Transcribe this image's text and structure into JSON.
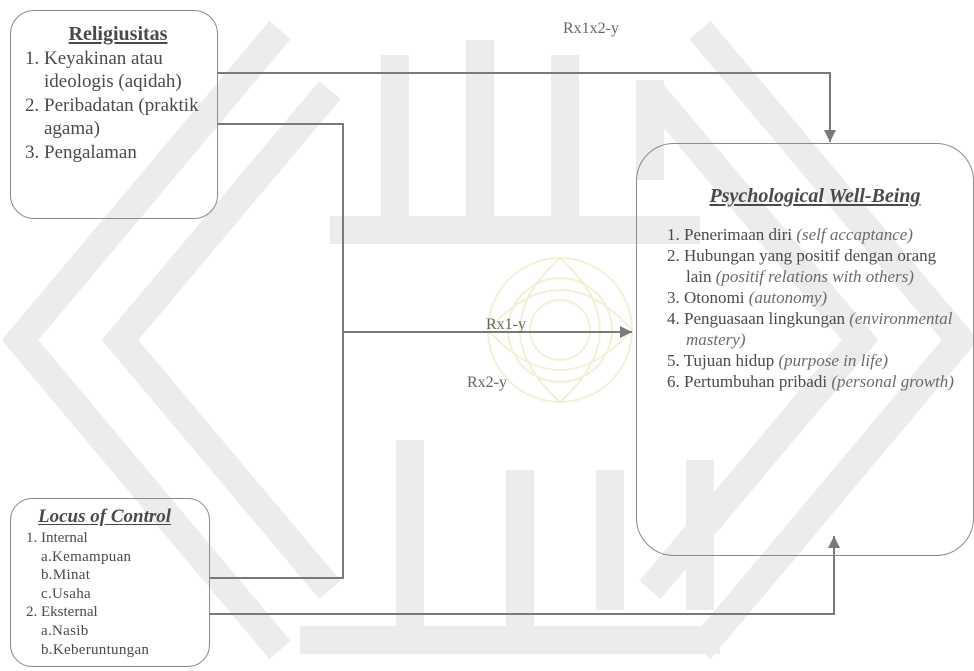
{
  "religiusitas": {
    "title": "Religiusitas",
    "items": [
      "1. Keyakinan atau ideologis (aqidah)",
      "2. Peribadatan (praktik agama)",
      "3. Pengalaman"
    ]
  },
  "psychological_well_being": {
    "title": "Psychological Well-Being",
    "items": [
      {
        "text": "1. Penerimaan diri ",
        "english": "(self accaptance)"
      },
      {
        "text": "2. Hubungan yang positif dengan orang lain ",
        "english": "(positif relations with others)"
      },
      {
        "text": "3. Otonomi ",
        "english": "(autonomy)"
      },
      {
        "text": "4. Penguasaan lingkungan ",
        "english": "(environmental mastery)"
      },
      {
        "text": "5. Tujuan hidup ",
        "english": "(purpose in life)"
      },
      {
        "text": "6. Pertumbuhan pribadi ",
        "english": "(personal growth)"
      }
    ]
  },
  "locus_of_control": {
    "title": "Locus of Control",
    "groups": [
      {
        "label": "1. Internal",
        "subitems": [
          "a.Kemampuan",
          "b.Minat",
          "c.Usaha"
        ]
      },
      {
        "label": "2. Eksternal",
        "subitems": [
          "a.Nasib",
          "b.Keberuntungan"
        ]
      }
    ]
  },
  "edge_labels": {
    "rx1x2_y": "Rx1x2-y",
    "rx1_y": "Rx1-y",
    "rx2_y": "Rx2-y"
  },
  "colors": {
    "connector": "#7a7a7a",
    "box_border": "#8a8a8a",
    "text": "#4a4a4a",
    "watermark_gray": "#ececec",
    "watermark_gold": "#f6efd6"
  }
}
